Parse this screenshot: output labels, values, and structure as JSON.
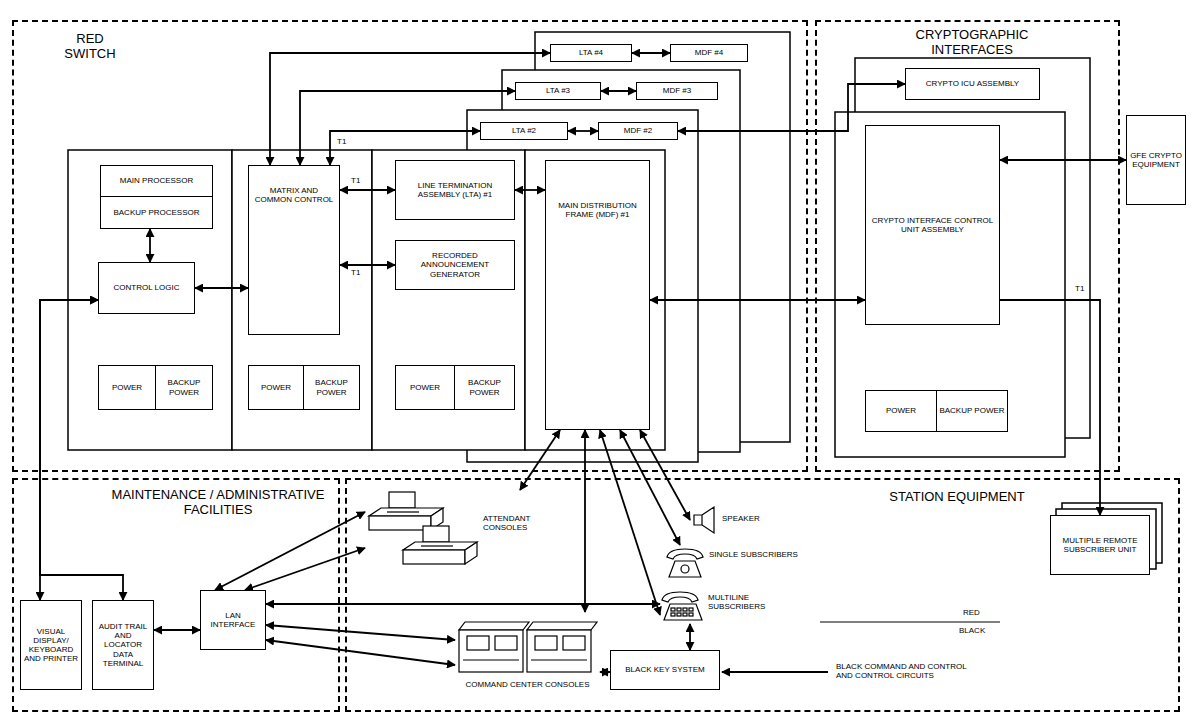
{
  "diagram": {
    "nodes": [
      {
        "text": [
          "RED SWITCH"
        ]
      },
      {
        "text": [
          "CRYPTOGRAPHIC INTERFACES"
        ]
      },
      {
        "text": [
          "MAINTENANCE / ADMINISTRATIVE FACILITIES"
        ]
      },
      {
        "text": [
          "STATION EQUIPMENT"
        ]
      },
      {
        "text": [
          "MAIN PROCESSOR"
        ],
        "in": 0
      },
      {
        "text": [
          "BACKUP PROCESSOR"
        ],
        "in": 0
      },
      {
        "text": [
          "CONTROL LOGIC"
        ],
        "in": 0
      },
      {
        "text": [
          "POWER"
        ],
        "in": 0
      },
      {
        "text": [
          "BACKUP POWER"
        ],
        "in": 0
      },
      {
        "text": [
          "MATRIX AND COMMON CONTROL"
        ],
        "in": 0
      },
      {
        "text": [
          "POWER"
        ],
        "in": 0
      },
      {
        "text": [
          "BACKUP POWER"
        ],
        "in": 0
      },
      {
        "text": [
          "LINE TERMINATION ASSEMBLY (LTA) #1"
        ],
        "in": 0
      },
      {
        "text": [
          "RECORDED ANNOUNCEMENT GENERATOR"
        ],
        "in": 0
      },
      {
        "text": [
          "POWER"
        ],
        "in": 0
      },
      {
        "text": [
          "BACKUP POWER"
        ],
        "in": 0
      },
      {
        "text": [
          "MAIN DISTRIBUTION FRAME (MDF) #1"
        ],
        "in": 0
      },
      {
        "text": [
          "LTA #2"
        ],
        "in": 0
      },
      {
        "text": [
          "MDF #2"
        ],
        "in": 0
      },
      {
        "text": [
          "LTA #3"
        ],
        "in": 0
      },
      {
        "text": [
          "MDF #3"
        ],
        "in": 0
      },
      {
        "text": [
          "LTA #4"
        ],
        "in": 0
      },
      {
        "text": [
          "MDF #4"
        ],
        "in": 0
      },
      {
        "text": [
          "CRYPTO ICU ASSEMBLY"
        ],
        "in": 1
      },
      {
        "text": [
          "CRYPTO INTERFACE CONTROL UNIT ASSEMBLY"
        ],
        "in": 1
      },
      {
        "text": [
          "POWER"
        ],
        "in": 1
      },
      {
        "text": [
          "BACKUP POWER"
        ],
        "in": 1
      },
      {
        "text": [
          "GFE CRYPTO EQUIPMENT"
        ]
      },
      {
        "text": [
          "VISUAL DISPLAY/ KEYBOARD AND PRINTER"
        ],
        "in": 2
      },
      {
        "text": [
          "AUDIT TRAIL AND LOCATOR DATA TERMINAL"
        ],
        "in": 2
      },
      {
        "text": [
          "LAN INTERFACE"
        ],
        "in": 2
      },
      {
        "text": [
          "ATTENDANT CONSOLES"
        ],
        "in": 3
      },
      {
        "text": [
          "SPEAKER"
        ],
        "in": 3
      },
      {
        "text": [
          "SINGLE SUBSCRIBERS"
        ],
        "in": 3
      },
      {
        "text": [
          "MULTILINE SUBSCRIBERS"
        ],
        "in": 3
      },
      {
        "text": [
          "COMMAND CENTER CONSOLES"
        ],
        "in": 3
      },
      {
        "text": [
          "BLACK KEY SYSTEM"
        ],
        "in": 3
      },
      {
        "text": [
          "MULTIPLE REMOTE SUBSCRIBER UNIT"
        ],
        "in": 3
      }
    ],
    "edges": [
      {
        "from": 5,
        "to": 6,
        "arrow": "both"
      },
      {
        "from": 6,
        "to": 9,
        "arrow": "both"
      },
      {
        "from": 9,
        "to": 12,
        "arrow": "both"
      },
      {
        "from": 9,
        "to": 13,
        "arrow": "both"
      },
      {
        "from": 9,
        "to": 17,
        "arrow": "both"
      },
      {
        "from": 9,
        "to": 19,
        "arrow": "both"
      },
      {
        "from": 9,
        "to": 21,
        "arrow": "both"
      },
      {
        "from": 12,
        "to": 16,
        "arrow": "both"
      },
      {
        "from": 17,
        "to": 18,
        "arrow": "both"
      },
      {
        "from": 19,
        "to": 20,
        "arrow": "both"
      },
      {
        "from": 21,
        "to": 22,
        "arrow": "both"
      },
      {
        "from": 18,
        "to": 23,
        "arrow": "both"
      },
      {
        "from": 16,
        "to": 24,
        "arrow": "both"
      },
      {
        "from": 24,
        "to": 27,
        "arrow": "both"
      },
      {
        "from": 24,
        "to": 37,
        "arrow": "to"
      },
      {
        "from": 16,
        "to": 31,
        "arrow": "both"
      },
      {
        "from": 16,
        "to": 35,
        "arrow": "both"
      },
      {
        "from": 16,
        "to": 33,
        "arrow": "both"
      },
      {
        "from": 16,
        "to": 32,
        "arrow": "both"
      },
      {
        "from": 16,
        "to": 34,
        "arrow": "both"
      },
      {
        "from": 6,
        "to": 28,
        "arrow": "both"
      },
      {
        "from": 6,
        "to": 29,
        "arrow": "both"
      },
      {
        "from": 29,
        "to": 30,
        "arrow": "both"
      },
      {
        "from": 30,
        "to": 31,
        "arrow": "both"
      },
      {
        "from": 30,
        "to": 31,
        "arrow": "both"
      },
      {
        "from": 30,
        "to": 35,
        "arrow": "both"
      },
      {
        "from": 30,
        "to": 35,
        "arrow": "both"
      },
      {
        "from": 30,
        "to": 34,
        "arrow": "both"
      },
      {
        "from": 34,
        "to": 36,
        "arrow": "both"
      },
      {
        "from": 35,
        "to": 36,
        "arrow": "both"
      }
    ],
    "labels": [
      "T1",
      "T1",
      "T1",
      "T1",
      "RED",
      "BLACK",
      "BLACK COMMAND AND CONTROL AND CONTROL CIRCUITS"
    ]
  }
}
